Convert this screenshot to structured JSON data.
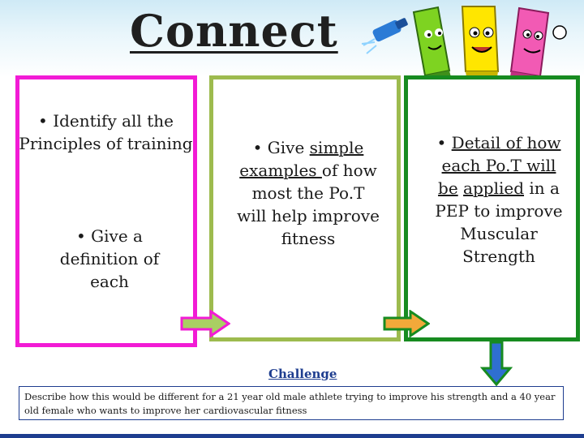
{
  "title": "Connect",
  "box1": {
    "bullet1": "• Identify all the Principles of training",
    "bullet2": "• Give a definition of each"
  },
  "box2": {
    "prefix": "• Give ",
    "underlined": "simple examples ",
    "suffix": "of how most the Po.T will help improve fitness"
  },
  "box3": {
    "prefix": "• ",
    "underlined1": "Detail of how each Po.T will be",
    "middle": " ",
    "underlined2": "applied",
    "suffix": " in a PEP to improve Muscular Strength"
  },
  "challenge": "Challenge",
  "challenge_text": "Describe how this would be different for a 21 year old male athlete trying to improve his strength and a 40 year old female who wants to improve her cardiovascular fitness",
  "colors": {
    "pink": "#f21bd5",
    "olive": "#9dbb4e",
    "green": "#178b20",
    "blue": "#2f6fd1",
    "navy": "#1e3d8f"
  },
  "icons": [
    "highlighter-green-icon",
    "highlighter-yellow-icon",
    "highlighter-pink-icon",
    "spray-bottle-icon"
  ]
}
